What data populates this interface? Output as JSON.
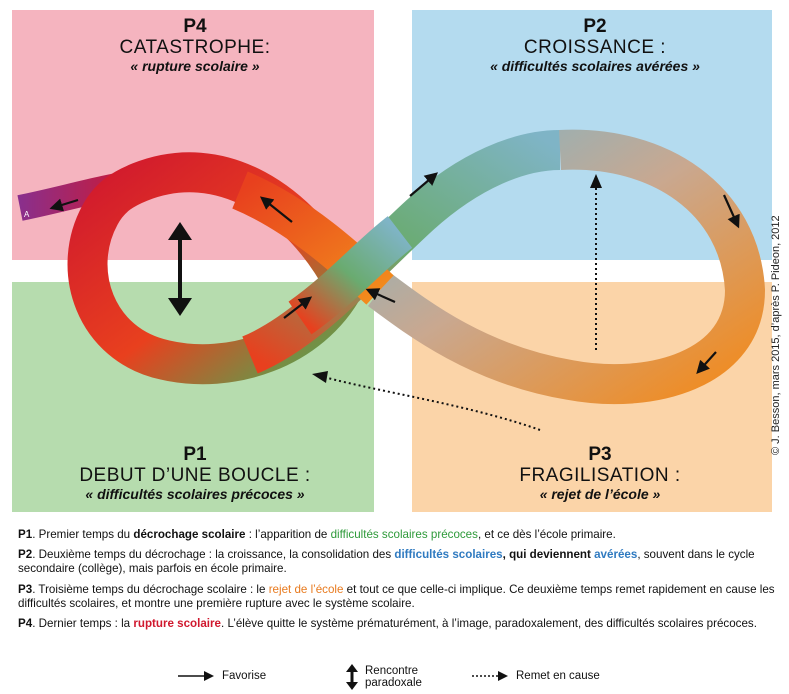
{
  "quadrants": {
    "p4": {
      "num": "P4",
      "name": "CATASTROPHE:",
      "sub": "« rupture scolaire »",
      "color": "#f5b4bf"
    },
    "p2": {
      "num": "P2",
      "name": "CROISSANCE :",
      "sub": "« difficultés scolaires avérées »",
      "color": "#b4dbef"
    },
    "p1": {
      "num": "P1",
      "name": "DEBUT D’UNE BOUCLE :",
      "sub": "« difficultés scolaires précoces »",
      "color": "#b6dcae"
    },
    "p3": {
      "num": "P3",
      "name": "FRAGILISATION :",
      "sub": "« rejet de l’école »",
      "color": "#fbd4a8"
    }
  },
  "loop_label": "A",
  "credit": "© J. Besson, mars 2015, d’après P. Pideon, 2012",
  "paragraphs": {
    "p1": {
      "tag": "P1",
      "t1": ". Premier temps du ",
      "b1": "décrochage scolaire",
      "t2": " : l’apparition de ",
      "g1": "difficultés scolaires précoces",
      "t3": ", et ce dès l’école primaire."
    },
    "p2": {
      "tag": "P2",
      "t1": ". Deuxième temps du décrochage : la croissance, la consolidation des ",
      "bl1": "difficultés scolaires",
      "b1": ", qui deviennent ",
      "bl2": "avérées",
      "t2": ", souvent dans le cycle secondaire (collège), mais parfois en école primaire."
    },
    "p3": {
      "tag": "P3",
      "t1": ". Troisième temps du décrochage scolaire : le ",
      "o1": "rejet de l’école",
      "t2": " et tout ce que celle-ci implique. Ce deuxième temps remet rapidement en cause les difficultés scolaires, et montre une première rupture avec le système scolaire."
    },
    "p4": {
      "tag": "P4",
      "t1": ". Dernier temps :  la ",
      "r1": "rupture scolaire",
      "t2": ". L’élève quitte le système prématurément, à l’image, paradoxalement, des difficultés scolaires précoces."
    }
  },
  "legend": {
    "favorise": "Favorise",
    "rencontre_l1": "Rencontre",
    "rencontre_l2": "paradoxale",
    "remet": "Remet en cause"
  }
}
